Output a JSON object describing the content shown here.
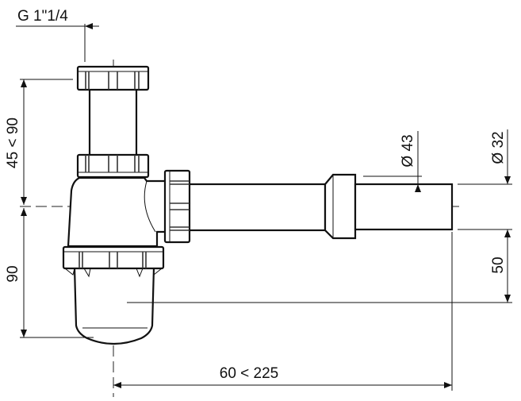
{
  "title": "Bottle trap dimension drawing",
  "dimensions": {
    "thread": "G 1\"1/4",
    "height_adjust": "45 < 90",
    "bottom_height": "90",
    "length_adjust": "60 < 225",
    "outlet_height": "50",
    "diameter_coupling": "Ø 43",
    "diameter_pipe": "Ø 32"
  }
}
